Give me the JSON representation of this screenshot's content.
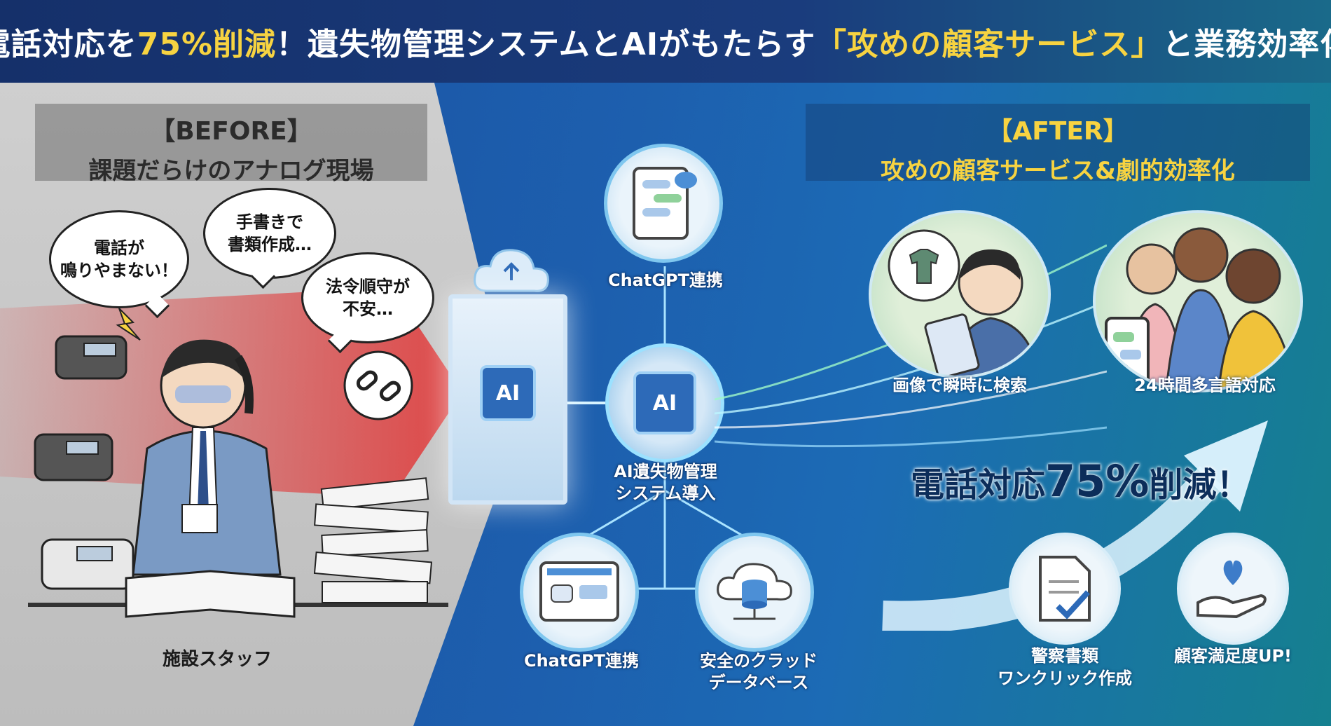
{
  "header": {
    "title_pre": "電話対応を",
    "title_hl1": "75%削減",
    "title_mid": "！遺失物管理システムとAIがもたらす",
    "title_hl2": "「攻めの顧客サービス」",
    "title_post": "と業務効率化"
  },
  "before": {
    "tag": "【BEFORE】",
    "heading": "課題だらけのアナログ現場",
    "bubbles": [
      "電話が\n鳴りやまない！",
      "手書きで\n書類作成…",
      "法令順守が\n不安…"
    ],
    "staff_label": "施設スタッフ"
  },
  "center": {
    "top_label": "ChatGPT連携",
    "center_label": "AI遺失物管理\nシステム導入",
    "bottom_left_label": "ChatGPT連携",
    "bottom_right_label": "安全のクラッド\nデータベース",
    "chip_text": "AI"
  },
  "after": {
    "tag": "【AFTER】",
    "heading": "攻めの顧客サービス&劇的効率化",
    "features": [
      "画像で瞬時に検索",
      "24時間多言語対応",
      "警察書類\nワンクリック作成",
      "顧客満足度UP!"
    ],
    "claim_pre": "電話対応",
    "claim_num": "75%",
    "claim_post": "削減！"
  },
  "colors": {
    "accent_yellow": "#f7d341",
    "alert_red": "#e23030",
    "node_blue": "#7fc7ef"
  }
}
